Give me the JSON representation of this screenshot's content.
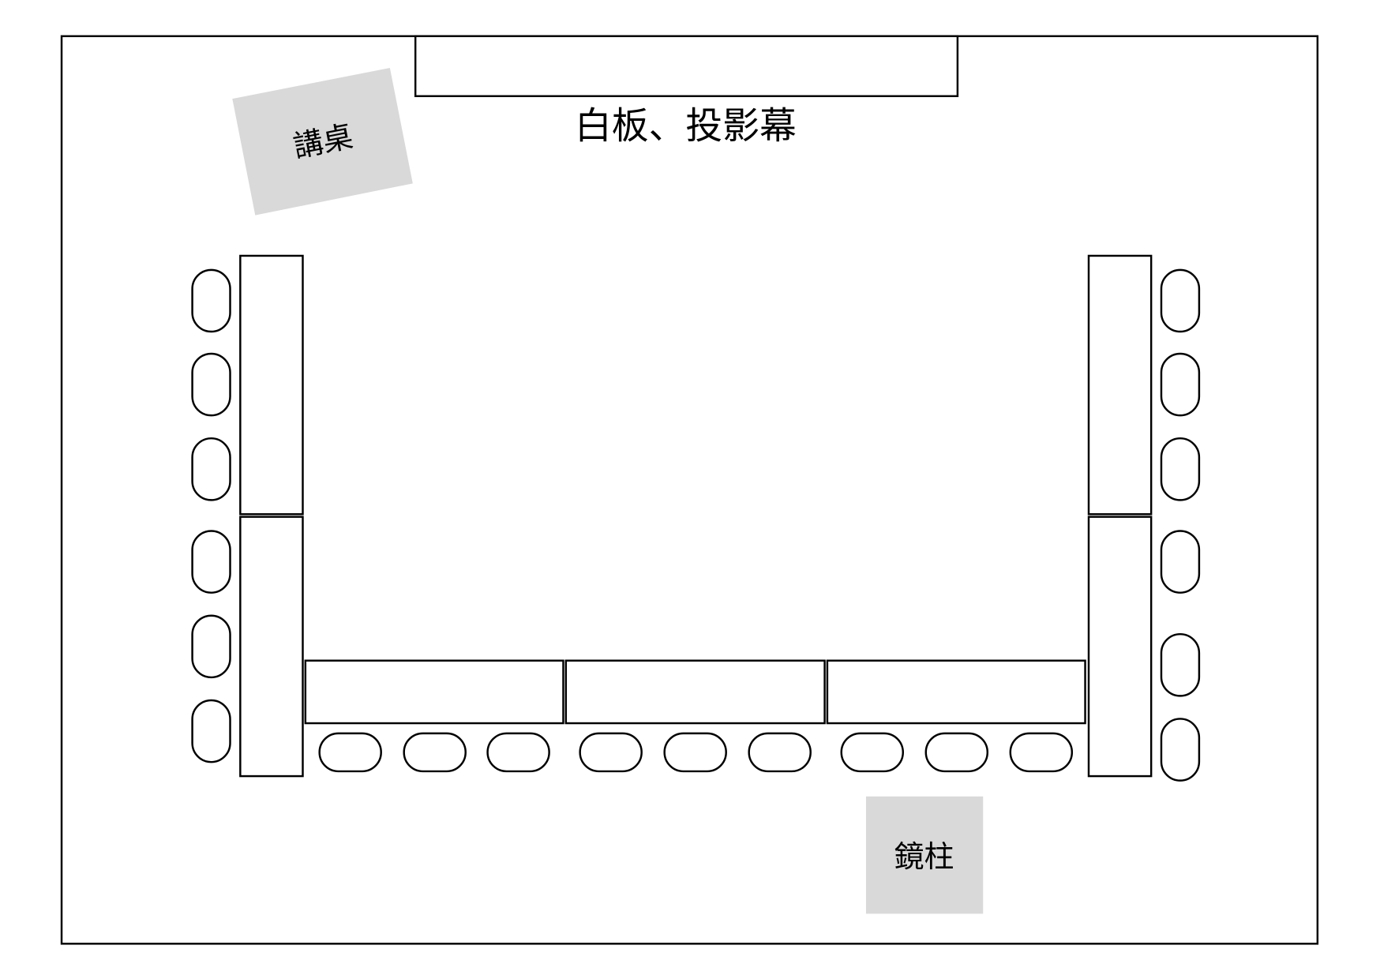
{
  "labels": {
    "whiteboard": "白板、投影幕",
    "podium": "講桌",
    "pillar": "鏡柱"
  },
  "colors": {
    "gray_block": "#d9d9d9",
    "stroke": "#000000"
  },
  "counts": {
    "left_tables": 2,
    "right_tables": 2,
    "bottom_tables": 3,
    "left_chairs": 6,
    "right_chairs": 6,
    "bottom_chairs": 9
  }
}
